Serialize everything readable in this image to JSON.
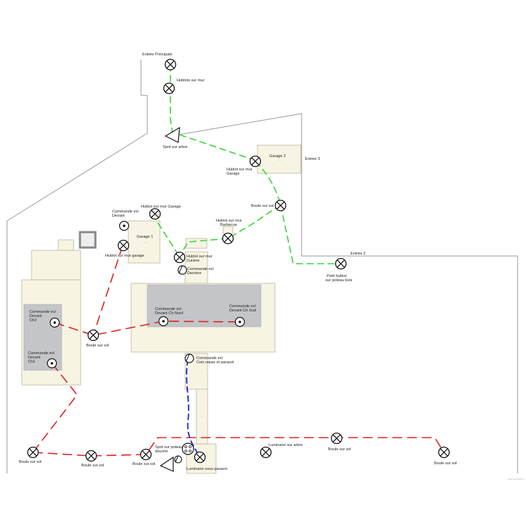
{
  "labels": {
    "entree_principale": "Entrée Principale",
    "hublots_sur_mur": "Hublots sur mur",
    "spot_sur_arbre": "Spot sur arbre",
    "garage2": "Garage 2",
    "entree3": "Entrée 3",
    "hublot_mur_garage_top": "Hublot sur mur",
    "hublot_mur_garage_bottom": "Garage",
    "boule_sol_right": "Boule sur sol",
    "hublot_mur_garage_long": "Hublot sur mur Garage",
    "commande_devant_1": "Commande ecl",
    "commande_devant_2": "Devant",
    "garage1": "Garage 1",
    "hublot_barbecue_1": "Hublot sur mur",
    "hublot_barbecue_2": "Barbecue",
    "hublot_mur_garage2": "Hublot sur mur garage",
    "hublot_cuisine_1": "Hublot sur mur",
    "hublot_cuisine_2": "Cuisine",
    "commande_derriere_1": "Commande ecl",
    "commande_derriere_2": "Derrière",
    "entree2": "Entrée 2",
    "petit_hublot_1": "Petit hublot",
    "petit_hublot_2": "sur poteau bois",
    "ch2_1": "Commande ecl",
    "ch2_2": "Devant",
    "ch2_3": "Ch2",
    "ch_nord_1": "Commande ecl",
    "ch_nord_2": "Devant Ch Nord",
    "ch_sud_1": "Commande ecl",
    "ch_sud_2": "Devant Ch Sud",
    "boule_sol_center": "Boule sur sol",
    "ch1_1": "Commande ecl",
    "ch1_2": "Devant",
    "ch1_3": "Ch1",
    "coin_repas_1": "Commande ecl",
    "coin_repas_2": "Coin repas et parasol",
    "spot_poteau_1": "Spot sur poteau",
    "spot_poteau_2": "douche",
    "luminaire_arbre": "Luminaire sur arbre",
    "boule_sol_mid_right": "Boule sur sol",
    "boule_sol_far_left": "Boule sur sol",
    "boule_sol_left2": "Boule sur sol",
    "boule_sol_left3": "Boule sur sol",
    "luminaire_parasol": "Luminaire sous parasol",
    "boule_sol_far_right": "Boule sur sol"
  },
  "colors": {
    "red_circuit": "#e02020",
    "green_circuit": "#3ad43a",
    "blue_circuit": "#2233dd",
    "room_fill": "#f7f4e3",
    "room_dark": "#c3c5c9"
  }
}
